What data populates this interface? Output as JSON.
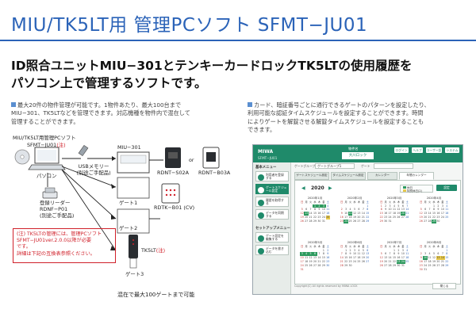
{
  "page": {
    "title": "MIU/TK5LT用 管理PCソフト SFMT−JU01",
    "headline_line1": "ID照合ユニットMIU−301とテンキーカードロックTK5LTの使用履歴を",
    "headline_line2": "パソコン上で管理するソフトです。"
  },
  "left_text": {
    "line1": "最大20件の物件管理が可能です。1物件あたり、最大100台まで",
    "line2": "MIU−301、TK5LTなどを管理できます。対応機種を物件内で混在して",
    "line3": "管理することができます。"
  },
  "right_text": {
    "line1": "カード、暗証番号ごとに通行できるゲートのパターンを設定したり、",
    "line2": "利用可能な認証タイムスケジュールを設定することができます。時間",
    "line3": "によりゲートを解錠させる解錠タイムスケジュールを設定することも",
    "line4": "できます。"
  },
  "diagram": {
    "pc_soft_label1": "MIU/TK5LT用管理PCソフト",
    "pc_soft_label2": "SFMT−JU01",
    "pc_soft_mark": "(注)",
    "pc_label": "パソコン",
    "usb_label1": "USBメモリー",
    "usb_label2": "(別途ご手配品)",
    "reader_label1": "登録リーダー",
    "reader_label2": "RDNF−P01",
    "reader_label3": "(別途ご手配品)",
    "miu_label": "MIU−301",
    "gate1": "ゲート1",
    "rdnt_s02a": "RDNT−S02A",
    "or_text": "or",
    "rdnt_b03a": "RDNT−B03A",
    "gate2": "ゲート2",
    "rdtk": "RDTK−B01 (CV)",
    "tk5lt": "TK5LT",
    "tk5lt_mark": "(注)",
    "gate3": "ゲート3",
    "mixed": "混在で最大100ゲートまで可能",
    "note_line1": "(注) TK5LTの管理には、管理PCソフト",
    "note_line2": "SFMT−JU01ver.2.0.0以降が必要",
    "note_line3": "です。",
    "note_line4": "詳細は下記の互換表参照ください。"
  },
  "app": {
    "logo": "MIWA",
    "subtitle": "SFMT−JU01",
    "header_tab_label": "物件名",
    "header_tab_value": "大川ロック",
    "header_buttons": [
      "ログイン画面",
      "ヘルプ",
      "ユーザー設定",
      "システム"
    ],
    "side_heading1": "基本メニュー",
    "side_items": [
      "利用者を登録する",
      "ゲートスケジュール設定",
      "履歴を取得する",
      "データを同期する"
    ],
    "side_heading2": "セットアップメニュー",
    "side_items2": [
      "ゲート設定を編集する",
      "データを書き込む"
    ],
    "field1_label": "ゲートグループ",
    "field1_value": "ゲートグループ1",
    "field2_label": "ゲート",
    "field2_value": "",
    "tabs": [
      "ゲートスケジュール設定",
      "タイムスケジュール設定",
      "カレンダー",
      "年間カレンダー"
    ],
    "cal_nav": "◀",
    "cal_year": "2020",
    "cal_nav_next": "▶",
    "legend_items": [
      "休日",
      "特別休日(2)"
    ],
    "legend_button": "設定",
    "weekdays": [
      "日",
      "月",
      "火",
      "水",
      "木",
      "金",
      "土"
    ],
    "months": [
      "2020年1月",
      "2020年2月",
      "2020年3月",
      "2020年4月",
      "2020年5月",
      "2020年6月",
      "2020年7月",
      "2020年8月"
    ],
    "footer": "Copyright(C) All rights reserved by MIWA LOCK",
    "footer_button": "閉じる"
  },
  "colors": {
    "accent": "#2b63b8",
    "app_green": "#1f8a6a",
    "holiday_green": "#2e9a5f",
    "special_yellow": "#e8c94a",
    "note_red": "#d0202a"
  }
}
